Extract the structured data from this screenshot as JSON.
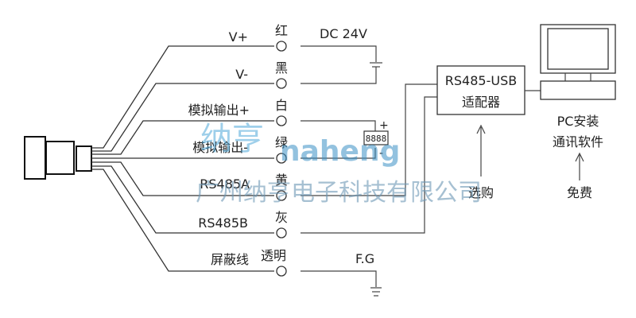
{
  "wires": [
    {
      "signal": "V+",
      "color": "红"
    },
    {
      "signal": "V-",
      "color": "黑"
    },
    {
      "signal": "模拟输出+",
      "color": "白"
    },
    {
      "signal": "模拟输出-",
      "color": "绿"
    },
    {
      "signal": "RS485A",
      "color": "黄"
    },
    {
      "signal": "RS485B",
      "color": "灰"
    },
    {
      "signal": "屏蔽线",
      "color": "透明"
    }
  ],
  "power": {
    "label": "DC 24V",
    "icon": "battery-icon"
  },
  "meter": {
    "display": "8888",
    "plus": "+",
    "minus": "-",
    "icon": "panel-meter-icon"
  },
  "ground": {
    "label": "F.G",
    "icon": "ground-icon"
  },
  "adapter": {
    "line1": "RS485-USB",
    "line2": "适配器",
    "note": "选购"
  },
  "pc": {
    "line1": "PC安装",
    "line2": "通讯软件",
    "note": "免费",
    "icon": "computer-icon"
  },
  "watermark": {
    "cn_logo": "纳亨",
    "en_logo": "naheng",
    "company": "广州纳亨电子科技有限公司"
  }
}
